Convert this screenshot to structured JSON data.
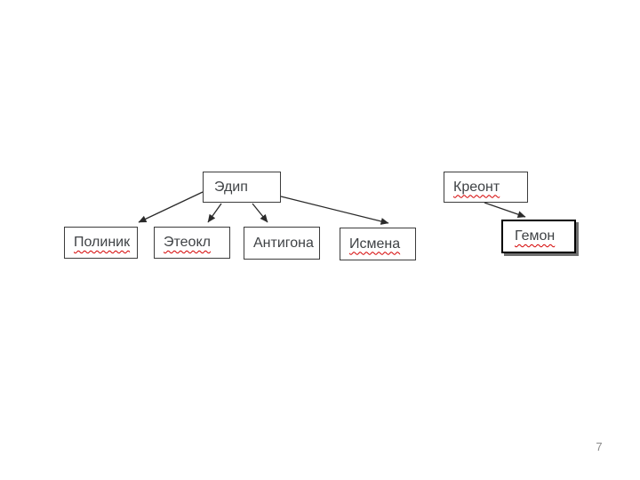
{
  "slide": {
    "page_number": "7"
  },
  "diagram": {
    "nodes": [
      {
        "id": "edip",
        "label": "Эдип",
        "spellcheck_underline": false
      },
      {
        "id": "polinik",
        "label": "Полиник",
        "spellcheck_underline": true
      },
      {
        "id": "eteokl",
        "label": "Этеокл",
        "spellcheck_underline": true
      },
      {
        "id": "antigona",
        "label": "Антигона",
        "spellcheck_underline": false
      },
      {
        "id": "ismena",
        "label": "Исмена",
        "spellcheck_underline": true
      },
      {
        "id": "kreont",
        "label": "Креонт",
        "spellcheck_underline": true
      },
      {
        "id": "gemon",
        "label": "Гемон",
        "spellcheck_underline": true
      }
    ],
    "edges": [
      {
        "from": "Эдип",
        "to": "Полиник"
      },
      {
        "from": "Эдип",
        "to": "Этеокл"
      },
      {
        "from": "Эдип",
        "to": "Антигона"
      },
      {
        "from": "Эдип",
        "to": "Исмена"
      },
      {
        "from": "Креонт",
        "to": "Гемон"
      }
    ]
  },
  "colors": {
    "background": "#ffffff",
    "box_border": "#3c3c3c",
    "text": "#3f4245",
    "arrow": "#2a2a2a",
    "squiggle": "#d40000",
    "gemon_shadow": "#6e6e6e",
    "page_number": "#8a8a8a"
  }
}
